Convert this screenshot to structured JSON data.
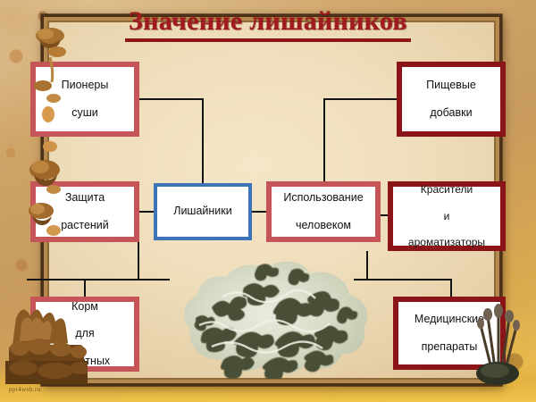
{
  "slide": {
    "title": "Значение лишайников",
    "title_color": "#a01a1e",
    "background_color": "#efdebb",
    "frame_color": "#4a3118"
  },
  "diagram": {
    "center_node": {
      "label": "Лишайники",
      "border_color": "#3d74b8"
    },
    "nodes": [
      {
        "id": "pioneers",
        "label": "Пионеры\nсуши",
        "line1": "Пионеры",
        "line2": "суши",
        "line3": "",
        "border_color": "#c6555a"
      },
      {
        "id": "food-add",
        "label": "Пищевые\nдобавки",
        "line1": "Пищевые",
        "line2": "добавки",
        "line3": "",
        "border_color": "#8a1418"
      },
      {
        "id": "protection",
        "label": "Защита\nрастений",
        "line1": "Защита",
        "line2": "растений",
        "line3": "",
        "border_color": "#c6555a"
      },
      {
        "id": "human-use",
        "label": "Использование\nчеловеком",
        "line1": "Использование",
        "line2": "человеком",
        "line3": "",
        "border_color": "#c6555a"
      },
      {
        "id": "dyes",
        "label": "Красители\nи\nароматизаторы",
        "line1": "Красители",
        "line2": "и",
        "line3": "ароматизаторы",
        "border_color": "#8a1418"
      },
      {
        "id": "feed",
        "label": "Корм\nдля\nживотных",
        "line1": "Корм",
        "line2": "для",
        "line3": "животных",
        "border_color": "#c6555a"
      },
      {
        "id": "medical",
        "label": "Медицинские\nпрепараты",
        "line1": "Медицинские",
        "line2": "препараты",
        "line3": "",
        "border_color": "#8a1418"
      }
    ],
    "connector_color": "#141414"
  },
  "decorations": {
    "center_photo": "lichen-photograph",
    "left_border": "mushroom-cluster",
    "right_border": "mushroom-cluster",
    "outer_background": "autumn-leaves-texture"
  },
  "watermark": "ppt4web.ru"
}
